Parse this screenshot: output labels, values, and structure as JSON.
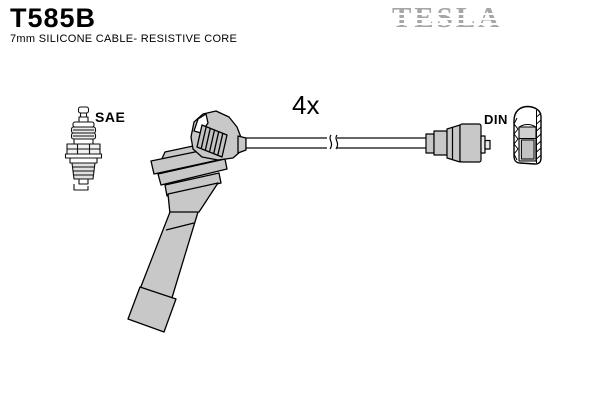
{
  "header": {
    "part_number": "T585B",
    "subtitle": "7mm SILICONE CABLE- RESISTIVE CORE",
    "brand": "TESLA"
  },
  "diagram": {
    "quantity_label": "4x",
    "plug_standard_label": "SAE",
    "terminal_standard_label": "DIN"
  },
  "icons": {
    "spark_plug": "spark-plug-drawing",
    "boot": "spark-plug-boot-drawing",
    "cable": "ignition-cable-drawing",
    "connector": "distributor-end-connector-drawing",
    "din_cap": "din-terminal-cap-drawing"
  },
  "colors": {
    "boot_gray": "#c8c8c8",
    "logo_gray": "#a6a6a6",
    "outline": "#000000",
    "background": "#ffffff"
  }
}
